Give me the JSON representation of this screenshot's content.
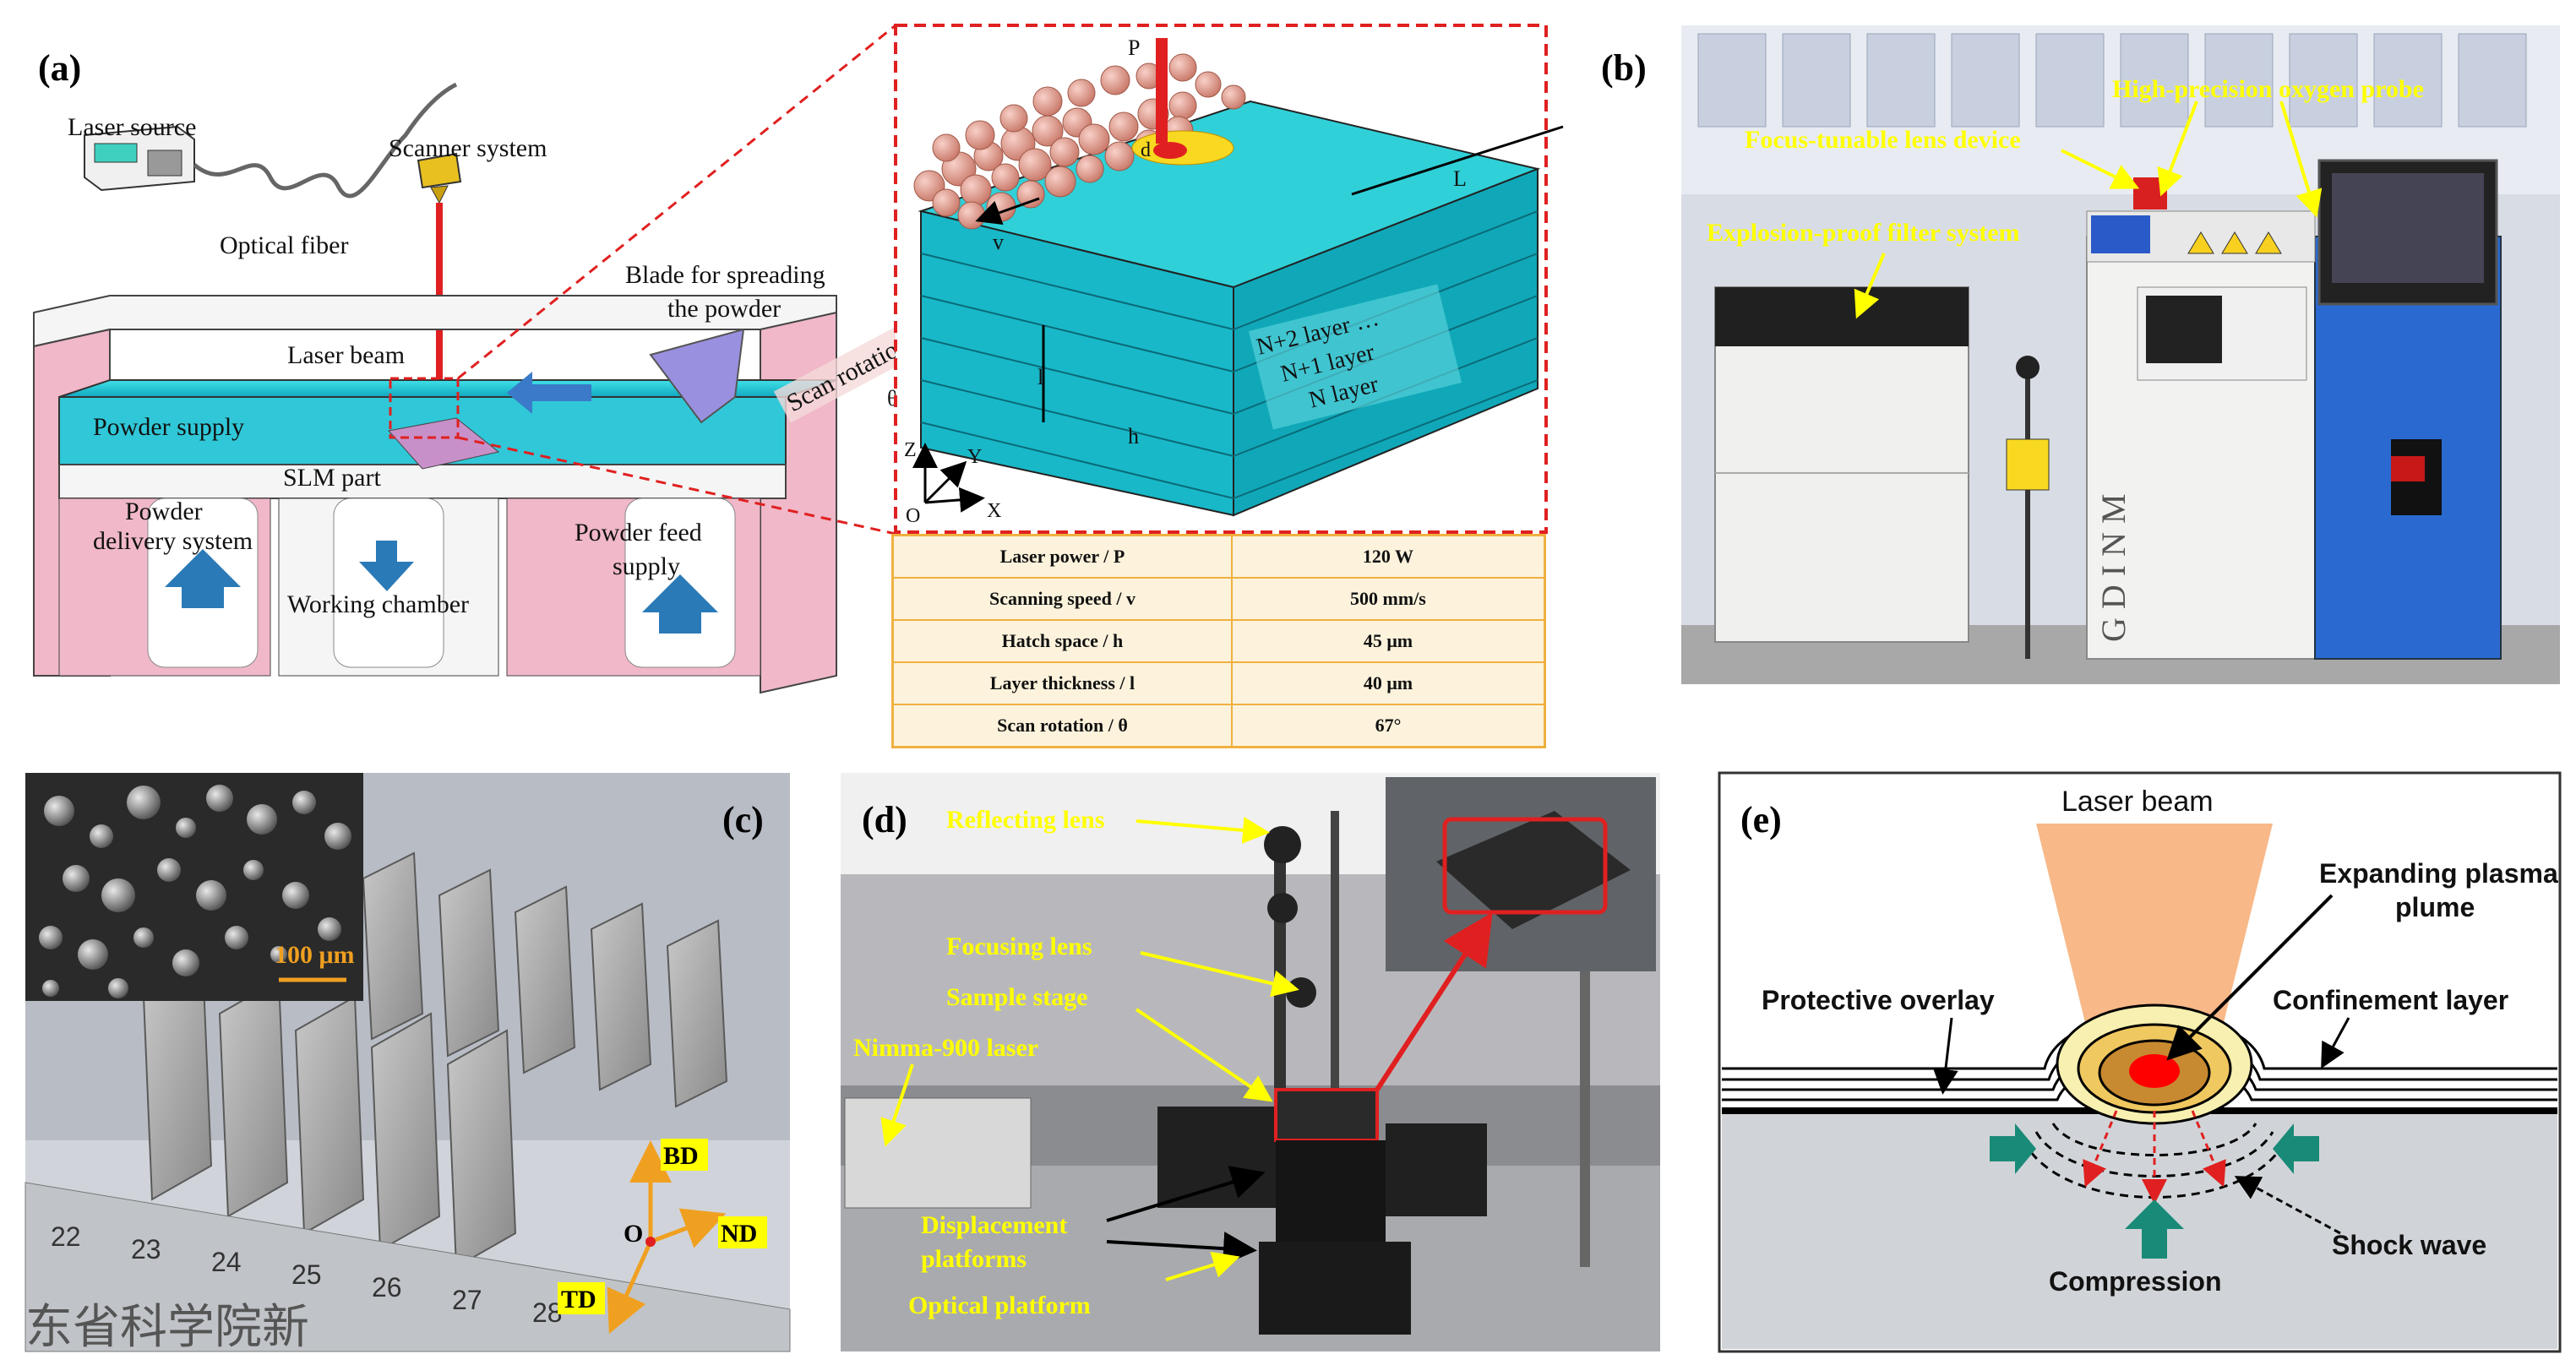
{
  "panels": {
    "a": "(a)",
    "b": "(b)",
    "c": "(c)",
    "d": "(d)",
    "e": "(e)"
  },
  "panel_a": {
    "laser_source": "Laser source",
    "scanner_system": "Scanner system",
    "optical_fiber": "Optical fiber",
    "blade_line1": "Blade for spreading",
    "blade_line2": "the powder",
    "laser_beam": "Laser beam",
    "scan_rotation": "Scan rotation",
    "powder_supply": "Powder supply",
    "slm_part": "SLM part",
    "powder_delivery_line1": "Powder",
    "powder_delivery_line2": "delivery system",
    "working_chamber": "Working chamber",
    "powder_feed_line1": "Powder feed",
    "powder_feed_line2": "supply",
    "inset": {
      "p": "P",
      "d": "d",
      "v": "v",
      "l_len": "L",
      "theta": "θ",
      "l": "l",
      "h": "h",
      "layer_n2": "N+2 layer …",
      "layer_n1": "N+1 layer",
      "layer_n": "N layer",
      "ax_z": "Z",
      "ax_y": "Y",
      "ax_x": "X",
      "ax_o": "O"
    },
    "params": [
      {
        "name": "Laser power / P",
        "value": "120 W"
      },
      {
        "name": "Scanning speed / v",
        "value": "500 mm/s"
      },
      {
        "name": "Hatch space / h",
        "value": "45 μm"
      },
      {
        "name": "Layer thickness / l",
        "value": "40 μm"
      },
      {
        "name": "Scan rotation / θ",
        "value": "67°"
      }
    ]
  },
  "panel_b": {
    "oxygen_probe": "High-precision oxygen probe",
    "focus_lens": "Focus-tunable lens device",
    "filter_system": "Explosion-proof filter system",
    "brand": "GDINM"
  },
  "panel_c": {
    "scale": "100 μm",
    "bd": "BD",
    "nd": "ND",
    "td": "TD",
    "o": "O",
    "ruler": [
      "22",
      "23",
      "24",
      "25",
      "26",
      "27",
      "28"
    ],
    "ruler_text": "东省科学院新"
  },
  "panel_d": {
    "reflecting": "Reflecting lens",
    "focusing": "Focusing lens",
    "sample": "Sample stage",
    "laser": "Nimma-900 laser",
    "displacement_line1": "Displacement",
    "displacement_line2": "platforms",
    "optical": "Optical platform"
  },
  "panel_e": {
    "laser_beam": "Laser beam",
    "plasma_line1": "Expanding plasma",
    "plasma_line2": "plume",
    "protective": "Protective overlay",
    "confinement": "Confinement layer",
    "compression": "Compression",
    "shock": "Shock wave"
  },
  "colors": {
    "label_yellow": "#ffff00",
    "laser_red": "#e02020",
    "water_cyan": "#20c8d8",
    "wall_pink": "#f0b8c8",
    "table_border": "#f0b040",
    "table_fill": "#fdf3dc",
    "beam_orange": "#f8b888",
    "arrow_teal": "#1a8a78"
  }
}
